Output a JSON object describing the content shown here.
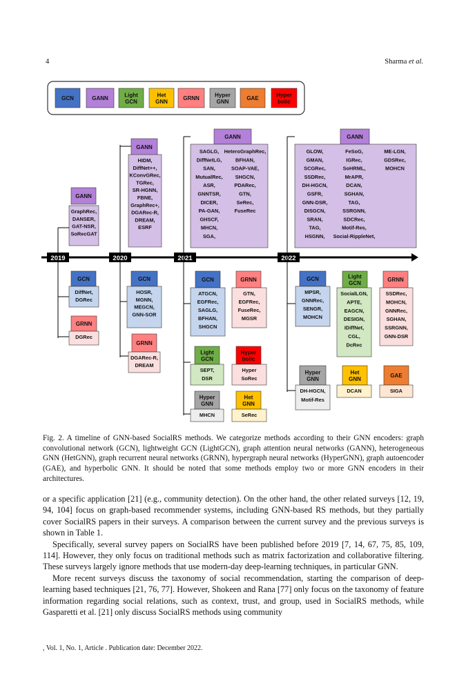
{
  "header": {
    "page_number": "4",
    "author": "Sharma",
    "author_suffix": "et al."
  },
  "legend": [
    {
      "label": "GCN",
      "color": "#4472c4"
    },
    {
      "label": "GANN",
      "color": "#b381d8"
    },
    {
      "label": "Light GCN",
      "color": "#70ad47"
    },
    {
      "label": "Het GNN",
      "color": "#ffc000"
    },
    {
      "label": "GRNN",
      "color": "#ff8080"
    },
    {
      "label": "Hyper GNN",
      "color": "#a5a5a5"
    },
    {
      "label": "GAE",
      "color": "#ed7d31"
    },
    {
      "label": "Hyper bolic",
      "color": "#ff0000"
    }
  ],
  "years": [
    "2019",
    "2020",
    "2021",
    "2022"
  ],
  "gann": {
    "y2019": [
      "GraphRec,",
      "DANSER,",
      "GAT-NSR,",
      "SoRecGAT"
    ],
    "y2020": [
      "HIDM,",
      "DiffNet++,",
      "KConvGRec,",
      "TGRec,",
      "SR-HGNN,",
      "FBNE,",
      "GraphRec+,",
      "DGARec-R,",
      "DREAM,",
      "ESRF"
    ],
    "y2021_a": [
      "SAGLG,",
      "DiffNetLG,",
      "SAN,",
      "MutualRec,",
      "ASR,",
      "GNNTSR,",
      "DICER,",
      "PA-GAN,",
      "GHSCF,",
      "MHCN,",
      "SGA,"
    ],
    "y2021_b": [
      "HeteroGraphRec,",
      "BFHAN,",
      "SOAP-VAE,",
      "SHGCN,",
      "PDARec,",
      "GTN,",
      "SeRec,",
      "FuseRec"
    ],
    "y2022_a": [
      "GLOW,",
      "GMAN,",
      "SCGRec,",
      "SSDRec,",
      "DH-HGCN,",
      "GSFR,",
      "GNN-DSR,",
      "DISGCN,",
      "SRAN,",
      "TAG,",
      "HSGNN,"
    ],
    "y2022_b": [
      "FeSoG,",
      "IGRec,",
      "SoHRML,",
      "MrAPR,",
      "DCAN,",
      "SGHAN,",
      "TAG,",
      "SSRGNN,",
      "SDCRec,",
      "Motif-Res,",
      "Social-RippleNet,"
    ],
    "y2022_c": [
      "ME-LGN,",
      "GDSRec,",
      "MOHCN"
    ]
  },
  "below": {
    "gcn_2019": [
      "DiffNet,",
      "DGRec"
    ],
    "grnn_2019": [
      "DGRec"
    ],
    "gcn_2020": [
      "HOSR,",
      "MGNN,",
      "MEGCN,",
      "GNN-SOR"
    ],
    "grnn_2020": [
      "DGARec-R,",
      "DREAM"
    ],
    "gcn_2021": [
      "ATGCN,",
      "EGFRec,",
      "SAGLG,",
      "BFHAN,",
      "SHGCN"
    ],
    "grnn_2021": [
      "GTN,",
      "EGFRec,",
      "FuseRec,",
      "MGSR"
    ],
    "lightgcn_2021": [
      "SEPT,",
      "DSR"
    ],
    "hyperbolic_2021": [
      "Hyper",
      "SoRec"
    ],
    "hypergnn_2021": [
      "MHCN"
    ],
    "hetgnn_2021": [
      "SeRec"
    ],
    "gcn_2022": [
      "MPSR,",
      "GNNRec,",
      "SENGR,",
      "MOHCN"
    ],
    "lightgcn_2022": [
      "SocialLGN,",
      "APTE,",
      "EAGCN,",
      "DESIGN,",
      "IDiffNet,",
      "CGL,",
      "DcRec"
    ],
    "grnn_2022": [
      "SSDRec,",
      "MOHCN,",
      "GNNRec,",
      "SGHAN,",
      "SSRGNN,",
      "GNN-DSR"
    ],
    "hypergnn_2022": [
      "DH-HGCN,",
      "Motif-Res"
    ],
    "hetgnn_2022": [
      "DCAN"
    ],
    "gae_2022": [
      "SIGA"
    ]
  },
  "caption": "Fig. 2.  A timeline of GNN-based SocialRS methods. We categorize methods according to their GNN encoders: graph convolutional network (GCN), lightweight GCN (LightGCN), graph attention neural networks (GANN), heterogeneous GNN (HetGNN), graph recurrent neural networks (GRNN), hypergraph neural networks (HyperGNN), graph autoencoder (GAE), and hyperbolic GNN. It should be noted that some methods employ two or more GNN encoders in their architectures.",
  "paragraphs": [
    "or a specific application [21] (e.g., community detection). On the other hand, the other related surveys [12, 19, 94, 104] focus on graph-based recommender systems, including GNN-based RS methods, but they partially cover SocialRS papers in their surveys. A comparison between the current survey and the previous surveys is shown in Table 1.",
    "Specifically, several survey papers on SocialRS have been published before 2019 [7, 14, 67, 75, 85, 109, 114]. However, they only focus on traditional methods such as matrix factorization and collaborative filtering. These surveys largely ignore methods that use modern-day deep-learning techniques, in particular GNN.",
    "More recent surveys discuss the taxonomy of social recommendation, starting the comparison of deep-learning based techniques [21, 76, 77]. However, Shokeen and Rana [77] only focus on the taxonomy of feature information regarding social relations, such as context, trust, and group, used in SocialRS methods, while Gasparetti et al. [21] only discuss SocialRS methods using community"
  ],
  "footer": ", Vol. 1, No. 1, Article . Publication date: December 2022."
}
